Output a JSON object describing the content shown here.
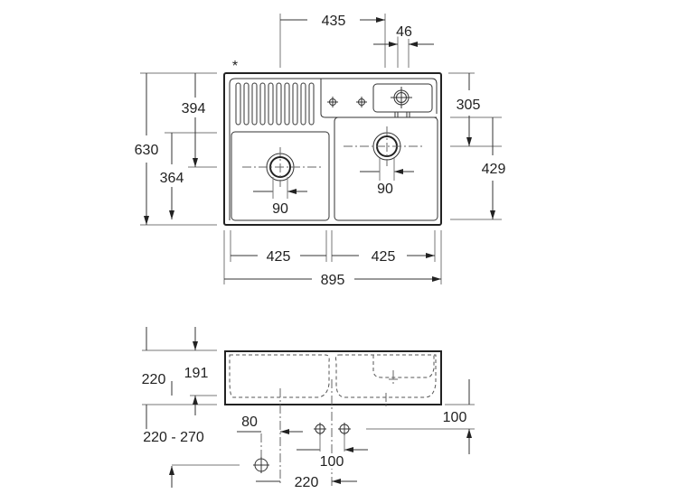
{
  "marker": "*",
  "top_view": {
    "dim_tap_offset": "435",
    "dim_tap_hole": "46",
    "dim_total_depth": "630",
    "dim_left_drain_from_front": "394",
    "dim_left_basin_depth": "364",
    "dim_right_drain_from_back": "305",
    "dim_right_basin_depth": "429",
    "dim_left_drain_width": "90",
    "dim_right_drain_width": "90",
    "dim_left_basin_width": "425",
    "dim_right_basin_width": "425",
    "dim_total_width": "895"
  },
  "side_view": {
    "dim_height": "220",
    "dim_basin_depth": "191",
    "dim_install_height": "220 - 270",
    "dim_waste_offset": "80",
    "dim_supply_spacing": "100",
    "dim_waste_spacing": "220",
    "dim_supply_height": "100"
  }
}
